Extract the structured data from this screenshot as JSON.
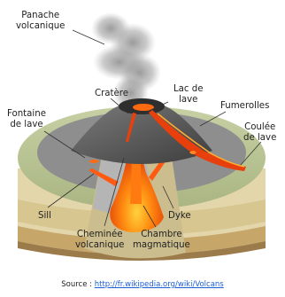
{
  "labels": {
    "panache": [
      "Panache",
      "volcanique"
    ],
    "cratere": [
      "Cratère"
    ],
    "lac_de_lave": [
      "Lac de",
      "lave"
    ],
    "fumerolles": [
      "Fumerolles"
    ],
    "fontaine": [
      "Fontaine",
      "de lave"
    ],
    "coulee": [
      "Coulée",
      "de lave"
    ],
    "sill": [
      "Sill"
    ],
    "cheminee": [
      "Cheminée",
      "volcanique"
    ],
    "chambre": [
      "Chambre",
      "magmatique"
    ],
    "dyke": [
      "Dyke"
    ]
  },
  "source": {
    "prefix": "Source : ",
    "link": "http://fr.wikipedia.org/wiki/Volcans"
  }
}
